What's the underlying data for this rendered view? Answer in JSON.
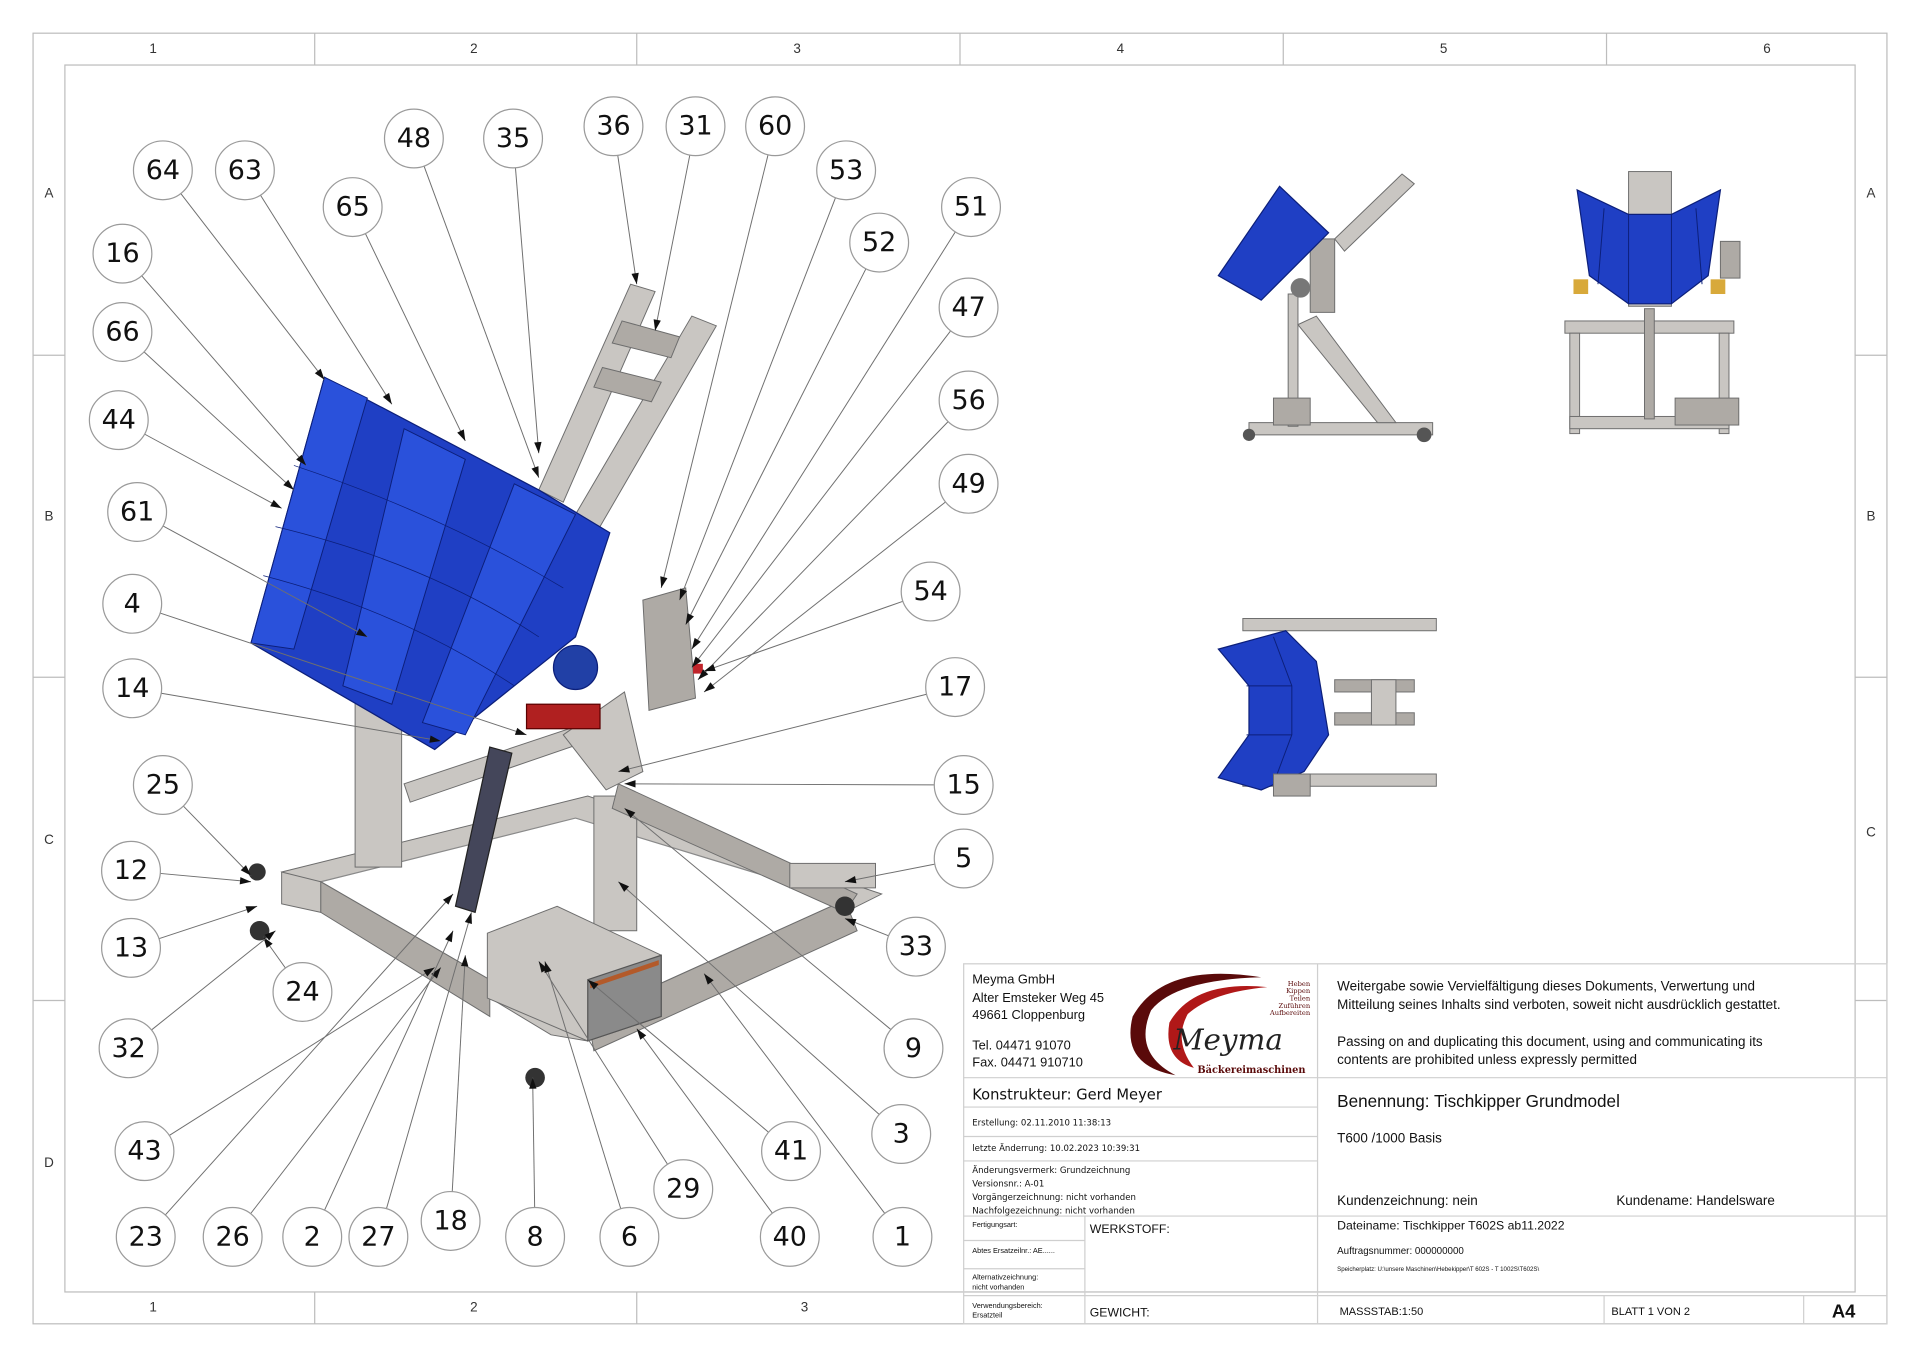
{
  "sheet": {
    "zone_columns": [
      "1",
      "2",
      "3",
      "4",
      "5",
      "6"
    ],
    "zone_rows": [
      "A",
      "B",
      "C",
      "D"
    ],
    "bottom_columns": [
      "1",
      "2",
      "3"
    ]
  },
  "balloons": [
    "64",
    "63",
    "48",
    "35",
    "36",
    "31",
    "60",
    "53",
    "65",
    "16",
    "52",
    "51",
    "66",
    "47",
    "44",
    "56",
    "49",
    "61",
    "54",
    "4",
    "17",
    "14",
    "15",
    "25",
    "5",
    "12",
    "33",
    "13",
    "24",
    "9",
    "32",
    "3",
    "43",
    "41",
    "29",
    "40",
    "1",
    "23",
    "26",
    "2",
    "27",
    "18",
    "8",
    "6"
  ],
  "title_block": {
    "company": "Meyma GmbH",
    "street": "Alter Emsteker Weg 45",
    "city": "49661 Cloppenburg",
    "tel": "Tel. 04471 91070",
    "fax": "Fax. 04471 910710",
    "logo": {
      "name": "Meyma",
      "subtitle": "Bäckereimaschinen",
      "tags": [
        "Heben",
        "Kippen",
        "Teilen",
        "Zuführen",
        "Aufbereiten"
      ],
      "colors": [
        "#5a0a0a",
        "#b01818"
      ]
    },
    "notice_de": [
      "Weitergabe sowie Vervielfältigung dieses Dokuments, Verwertung und",
      "Mitteilung seines Inhalts sind verboten, soweit nicht ausdrücklich gestattet."
    ],
    "notice_en": [
      "Passing on and duplicating this document, using and communicating its",
      "contents are prohibited unless expressly permitted"
    ],
    "designer": "Konstrukteur: Gerd Meyer",
    "created": "Erstellung: 02.11.2010  11:38:13",
    "modified": "letzte  Änderrung: 10.02.2023  10:39:31",
    "change_note": "Änderungsvermerk: Grundzeichnung",
    "version": "Versionsnr.: A-01",
    "predecessor": "Vorgängerzeichnung: nicht  vorhanden",
    "successor": "Nachfolgezeichnung: nicht  vorhanden",
    "production_type": "Fertigungsart:",
    "old_part": "Abtes  Ersatzeilnr.: AE......",
    "alt_drawing": [
      "Alternativzeichnung:",
      "nicht  vorhanden"
    ],
    "usage": [
      "Verwendungsbereich:",
      "Ersatzteil"
    ],
    "material": "WERKSTOFF:",
    "weight": "GEWICHT:",
    "designation": "Benennung: Tischkipper Grundmodel",
    "model": "T600  /1000  Basis",
    "customer_drawing": "Kundenzeichnung: nein",
    "customer_name": "Kundename: Handelsware",
    "filename": "Dateiname:  Tischkipper  T602S  ab11.2022",
    "order_no": "Auftragsnummer: 000000000",
    "storage": "Speicherplatz: U:\\unsere Maschinen\\Hebekipper\\T 602S - T 1002S\\T602S\\",
    "scale": "MASSSTAB:1:50",
    "sheet": "BLATT 1 VON 2",
    "format": "A4"
  }
}
